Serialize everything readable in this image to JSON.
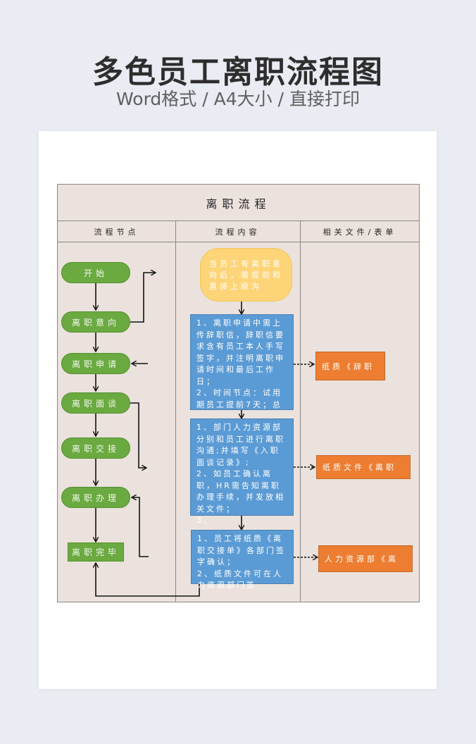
{
  "header": {
    "title": "多色员工离职流程图",
    "subtitle": "Word格式 / A4大小 / 直接打印"
  },
  "table": {
    "title": "离职流程",
    "columns": [
      "流程节点",
      "流程内容",
      "相关文件/表单"
    ]
  },
  "nodes": [
    {
      "label": "开始",
      "shape": "pill"
    },
    {
      "label": "离职意向",
      "shape": "pill"
    },
    {
      "label": "离职申请",
      "shape": "pill"
    },
    {
      "label": "离职面谈",
      "shape": "pill"
    },
    {
      "label": "离职交接",
      "shape": "pill"
    },
    {
      "label": "离职办理",
      "shape": "pill"
    },
    {
      "label": "离职完毕",
      "shape": "rect"
    }
  ],
  "content": {
    "intro": "当员工有离职意向后，需提前和直接上级沟",
    "steps": [
      "1、离职申请中需上传辞职信，辞职信要求含有员工本人手写签字，并注明离职申请时间和最后工作日；\n2、时间节点：试用期员工提前7天；总",
      "1、部门人力资源部分别和员工进行离职沟通;并填写《入职面谈记录》;\n2、如员工确认离职，HR需告知离职办理手续，并发放相关文件；\n3、",
      "1、员工将纸质《离职交接单》各部门签字确认；\n2、纸质文件可在人力资源部门签"
    ]
  },
  "documents": [
    "纸质《辞职",
    "纸质文件《离职",
    "人力资源部《离"
  ],
  "colors": {
    "node_green": "#6aaa40",
    "intro_yellow": "#fdd477",
    "content_blue": "#5b9bd5",
    "document_orange": "#ed7d31",
    "table_bg": "#ebe2dd"
  }
}
